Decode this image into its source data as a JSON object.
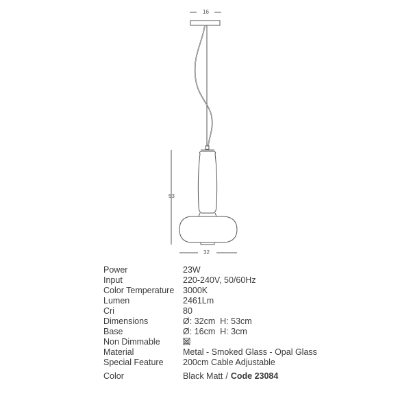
{
  "drawing": {
    "base_width_label": "16",
    "height_label": "53",
    "shade_diameter_label": "32"
  },
  "specs": {
    "rows": [
      {
        "label": "Power",
        "value": "23W"
      },
      {
        "label": "Input",
        "value": "220-240V, 50/60Hz"
      },
      {
        "label": "Color Temperature",
        "value": "3000K"
      },
      {
        "label": "Lumen",
        "value": "2461Lm"
      },
      {
        "label": "Cri",
        "value": "80"
      },
      {
        "label": "Dimensions",
        "value": "Ø: 32cm  H: 53cm"
      },
      {
        "label": "Base",
        "value": "Ø: 16cm  H: 3cm"
      },
      {
        "label": "Non Dimmable",
        "value": "",
        "icon": "non-dimmable-icon"
      },
      {
        "label": "Material",
        "value": "Metal - Smoked Glass - Opal Glass"
      },
      {
        "label": "Special Feature",
        "value": "200cm Cable Adjustable"
      }
    ],
    "color": {
      "label": "Color",
      "value": "Black Matt",
      "separator": "/",
      "code_label": "Code",
      "code": "23084"
    }
  }
}
